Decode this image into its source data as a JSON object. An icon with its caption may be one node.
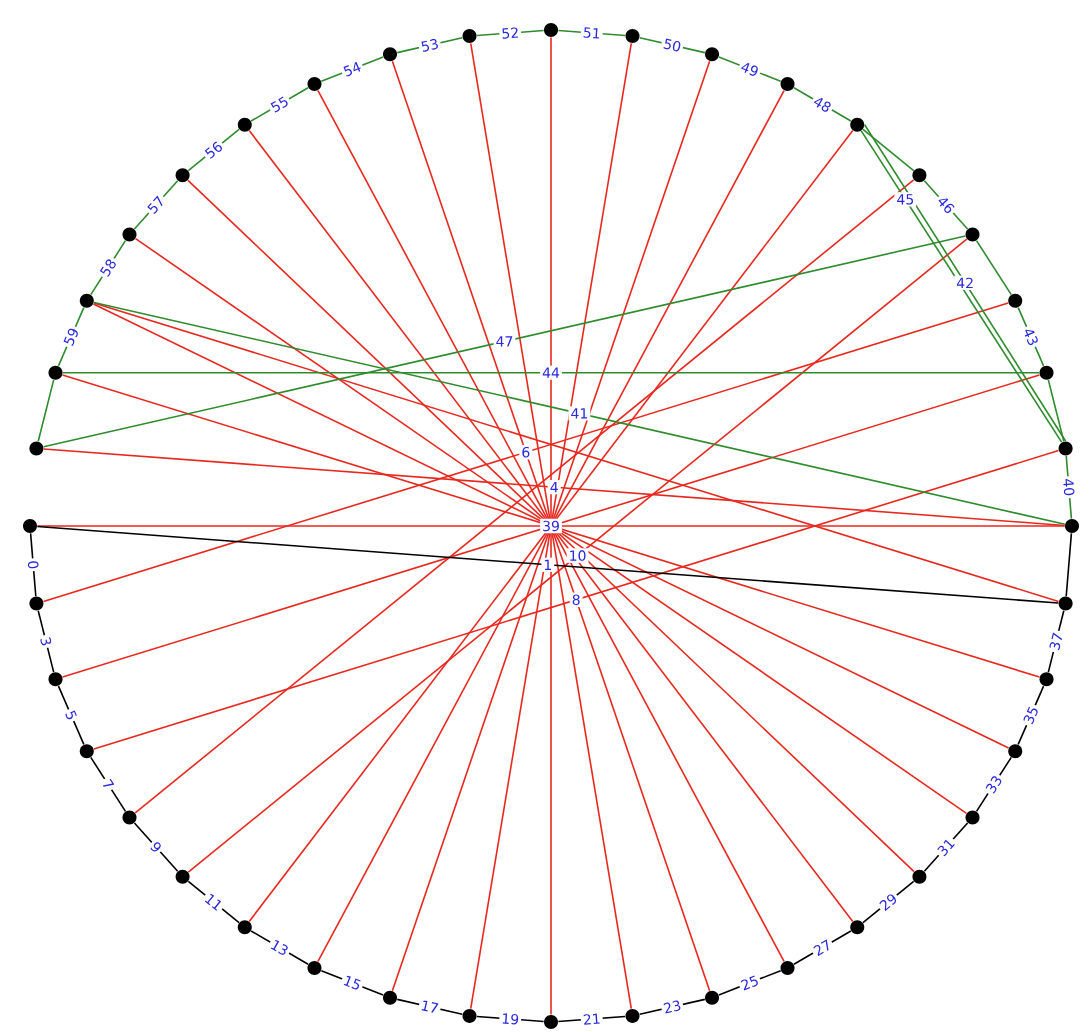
{
  "diagram": {
    "nodes": [
      {
        "text": [],
        "shape": "circle"
      },
      {
        "text": [],
        "shape": "circle"
      },
      {
        "text": [],
        "shape": "circle"
      },
      {
        "text": [],
        "shape": "circle"
      },
      {
        "text": [],
        "shape": "circle"
      },
      {
        "text": [],
        "shape": "circle"
      },
      {
        "text": [],
        "shape": "circle"
      },
      {
        "text": [],
        "shape": "circle"
      },
      {
        "text": [],
        "shape": "circle"
      },
      {
        "text": [],
        "shape": "circle"
      },
      {
        "text": [],
        "shape": "circle"
      },
      {
        "text": [],
        "shape": "circle"
      },
      {
        "text": [],
        "shape": "circle"
      },
      {
        "text": [],
        "shape": "circle"
      },
      {
        "text": [],
        "shape": "circle"
      },
      {
        "text": [],
        "shape": "circle"
      },
      {
        "text": [],
        "shape": "circle"
      },
      {
        "text": [],
        "shape": "circle"
      },
      {
        "text": [],
        "shape": "circle"
      },
      {
        "text": [],
        "shape": "circle"
      },
      {
        "text": [],
        "shape": "circle"
      },
      {
        "text": [],
        "shape": "circle"
      },
      {
        "text": [],
        "shape": "circle"
      },
      {
        "text": [],
        "shape": "circle"
      },
      {
        "text": [],
        "shape": "circle"
      },
      {
        "text": [],
        "shape": "circle"
      },
      {
        "text": [],
        "shape": "circle"
      },
      {
        "text": [],
        "shape": "circle"
      },
      {
        "text": [],
        "shape": "circle"
      },
      {
        "text": [],
        "shape": "circle"
      },
      {
        "text": [],
        "shape": "circle"
      },
      {
        "text": [],
        "shape": "circle"
      },
      {
        "text": [],
        "shape": "circle"
      },
      {
        "text": [],
        "shape": "circle"
      },
      {
        "text": [],
        "shape": "circle"
      },
      {
        "text": [],
        "shape": "circle"
      },
      {
        "text": [],
        "shape": "circle"
      },
      {
        "text": [],
        "shape": "circle"
      },
      {
        "text": [],
        "shape": "circle"
      },
      {
        "text": [],
        "shape": "circle"
      }
    ],
    "edges": [
      {
        "from": 0,
        "to": 1,
        "arrow": "none",
        "color": "#000000",
        "label": "0"
      },
      {
        "from": 1,
        "to": 2,
        "arrow": "none",
        "color": "#000000",
        "label": "3"
      },
      {
        "from": 2,
        "to": 3,
        "arrow": "none",
        "color": "#000000",
        "label": "5"
      },
      {
        "from": 3,
        "to": 4,
        "arrow": "none",
        "color": "#000000",
        "label": "7"
      },
      {
        "from": 4,
        "to": 5,
        "arrow": "none",
        "color": "#000000",
        "label": "9"
      },
      {
        "from": 5,
        "to": 6,
        "arrow": "none",
        "color": "#000000",
        "label": "11"
      },
      {
        "from": 6,
        "to": 7,
        "arrow": "none",
        "color": "#000000",
        "label": "13"
      },
      {
        "from": 7,
        "to": 8,
        "arrow": "none",
        "color": "#000000",
        "label": "15"
      },
      {
        "from": 8,
        "to": 9,
        "arrow": "none",
        "color": "#000000",
        "label": "17"
      },
      {
        "from": 9,
        "to": 10,
        "arrow": "none",
        "color": "#000000",
        "label": "19"
      },
      {
        "from": 10,
        "to": 11,
        "arrow": "none",
        "color": "#000000",
        "label": "21"
      },
      {
        "from": 11,
        "to": 12,
        "arrow": "none",
        "color": "#000000",
        "label": "23"
      },
      {
        "from": 12,
        "to": 13,
        "arrow": "none",
        "color": "#000000",
        "label": "25"
      },
      {
        "from": 13,
        "to": 14,
        "arrow": "none",
        "color": "#000000",
        "label": "27"
      },
      {
        "from": 14,
        "to": 15,
        "arrow": "none",
        "color": "#000000",
        "label": "29"
      },
      {
        "from": 15,
        "to": 16,
        "arrow": "none",
        "color": "#000000",
        "label": "31"
      },
      {
        "from": 16,
        "to": 17,
        "arrow": "none",
        "color": "#000000",
        "label": "33"
      },
      {
        "from": 17,
        "to": 18,
        "arrow": "none",
        "color": "#000000",
        "label": "35"
      },
      {
        "from": 18,
        "to": 19,
        "arrow": "none",
        "color": "#000000",
        "label": "37"
      },
      {
        "from": 19,
        "to": 20,
        "arrow": "none",
        "color": "#000000"
      },
      {
        "from": 20,
        "to": 21,
        "arrow": "none",
        "color": "#2e8b2e",
        "label": "40"
      },
      {
        "from": 21,
        "to": 22,
        "arrow": "none",
        "color": "#2e8b2e"
      },
      {
        "from": 22,
        "to": 23,
        "arrow": "none",
        "color": "#2e8b2e",
        "label": "43"
      },
      {
        "from": 23,
        "to": 24,
        "arrow": "none",
        "color": "#2e8b2e"
      },
      {
        "from": 24,
        "to": 25,
        "arrow": "none",
        "color": "#2e8b2e",
        "label": "46"
      },
      {
        "from": 25,
        "to": 26,
        "arrow": "none",
        "color": "#2e8b2e"
      },
      {
        "from": 26,
        "to": 27,
        "arrow": "none",
        "color": "#2e8b2e",
        "label": "48"
      },
      {
        "from": 27,
        "to": 28,
        "arrow": "none",
        "color": "#2e8b2e",
        "label": "49"
      },
      {
        "from": 28,
        "to": 29,
        "arrow": "none",
        "color": "#2e8b2e",
        "label": "50"
      },
      {
        "from": 29,
        "to": 30,
        "arrow": "none",
        "color": "#2e8b2e",
        "label": "51"
      },
      {
        "from": 30,
        "to": 31,
        "arrow": "none",
        "color": "#2e8b2e",
        "label": "52"
      },
      {
        "from": 31,
        "to": 32,
        "arrow": "none",
        "color": "#2e8b2e",
        "label": "53"
      },
      {
        "from": 32,
        "to": 33,
        "arrow": "none",
        "color": "#2e8b2e",
        "label": "54"
      },
      {
        "from": 33,
        "to": 34,
        "arrow": "none",
        "color": "#2e8b2e",
        "label": "55"
      },
      {
        "from": 34,
        "to": 35,
        "arrow": "none",
        "color": "#2e8b2e",
        "label": "56"
      },
      {
        "from": 35,
        "to": 36,
        "arrow": "none",
        "color": "#2e8b2e",
        "label": "57"
      },
      {
        "from": 36,
        "to": 37,
        "arrow": "none",
        "color": "#2e8b2e",
        "label": "58"
      },
      {
        "from": 37,
        "to": 38,
        "arrow": "none",
        "color": "#2e8b2e",
        "label": "59"
      },
      {
        "from": 38,
        "to": 39,
        "arrow": "none",
        "color": "#2e8b2e"
      },
      {
        "from": 0,
        "to": 20,
        "arrow": "none",
        "color": "#e8281e",
        "label": "39"
      },
      {
        "from": 20,
        "to": 39,
        "arrow": "none",
        "color": "#e8281e",
        "label": "4"
      },
      {
        "from": 1,
        "to": 23,
        "arrow": "none",
        "color": "#e8281e",
        "label": "6"
      },
      {
        "from": 3,
        "to": 21,
        "arrow": "none",
        "color": "#e8281e",
        "label": "8"
      },
      {
        "from": 5,
        "to": 24,
        "arrow": "none",
        "color": "#e8281e",
        "label": "10"
      },
      {
        "from": 2,
        "to": 22,
        "arrow": "none",
        "color": "#e8281e"
      },
      {
        "from": 4,
        "to": 25,
        "arrow": "none",
        "color": "#e8281e"
      },
      {
        "from": 6,
        "to": 26,
        "arrow": "none",
        "color": "#e8281e"
      },
      {
        "from": 7,
        "to": 27,
        "arrow": "none",
        "color": "#e8281e"
      },
      {
        "from": 8,
        "to": 28,
        "arrow": "none",
        "color": "#e8281e"
      },
      {
        "from": 9,
        "to": 29,
        "arrow": "none",
        "color": "#e8281e"
      },
      {
        "from": 10,
        "to": 30,
        "arrow": "none",
        "color": "#e8281e"
      },
      {
        "from": 11,
        "to": 31,
        "arrow": "none",
        "color": "#e8281e"
      },
      {
        "from": 12,
        "to": 32,
        "arrow": "none",
        "color": "#e8281e"
      },
      {
        "from": 13,
        "to": 33,
        "arrow": "none",
        "color": "#e8281e"
      },
      {
        "from": 14,
        "to": 34,
        "arrow": "none",
        "color": "#e8281e"
      },
      {
        "from": 15,
        "to": 35,
        "arrow": "none",
        "color": "#e8281e"
      },
      {
        "from": 16,
        "to": 36,
        "arrow": "none",
        "color": "#e8281e"
      },
      {
        "from": 17,
        "to": 37,
        "arrow": "none",
        "color": "#e8281e"
      },
      {
        "from": 18,
        "to": 38,
        "arrow": "none",
        "color": "#e8281e"
      },
      {
        "from": 19,
        "to": 37,
        "arrow": "none",
        "color": "#e8281e"
      },
      {
        "from": 0,
        "to": 19,
        "arrow": "none",
        "color": "#000000",
        "label": "1"
      },
      {
        "from": 37,
        "to": 20,
        "arrow": "none",
        "color": "#2e8b2e",
        "label": "41"
      },
      {
        "from": 38,
        "to": 22,
        "arrow": "none",
        "color": "#2e8b2e",
        "label": "44"
      },
      {
        "from": 39,
        "to": 24,
        "arrow": "none",
        "color": "#2e8b2e",
        "label": "47"
      },
      {
        "from": 26,
        "to": 21,
        "arrow": "none",
        "color": "#2e8b2e",
        "label": "45"
      },
      {
        "from": 26,
        "to": 21,
        "arrow": "none",
        "color": "#2e8b2e",
        "label": "42"
      }
    ]
  }
}
